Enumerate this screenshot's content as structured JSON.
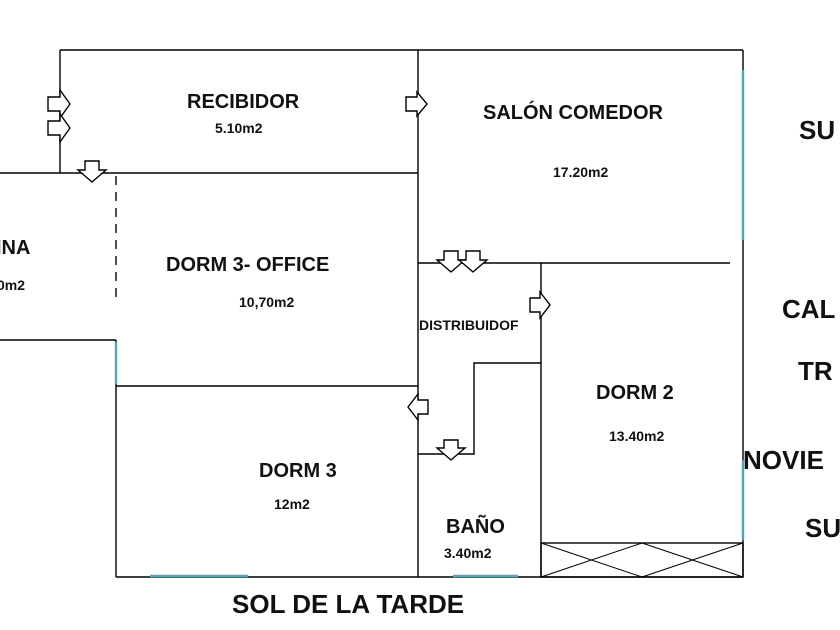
{
  "rooms": {
    "recibidor": {
      "name": "RECIBIDOR",
      "area": "5.10m2"
    },
    "salon": {
      "name": "SALÓN COMEDOR",
      "area": "17.20m2"
    },
    "cocina": {
      "name": "INA",
      "area": "0m2"
    },
    "office": {
      "name": "DORM 3- OFFICE",
      "area": "10,70m2"
    },
    "distribuidor": {
      "name": "DISTRIBUIDOF"
    },
    "dorm2": {
      "name": "DORM 2",
      "area": "13.40m2"
    },
    "dorm3": {
      "name": "DORM 3",
      "area": "12m2"
    },
    "bano": {
      "name": "BAÑO",
      "area": "3.40m2"
    }
  },
  "edge_labels": {
    "bottom": "SOL DE LA TARDE",
    "right": [
      "SU",
      "CAL",
      "TR",
      "NOVIE",
      "SU"
    ]
  },
  "colors": {
    "wall": "#000000",
    "window": "#4fa7b4",
    "background": "#ffffff"
  },
  "door_icons": [
    "door-arrow-right",
    "door-arrow-down",
    "door-arrow-left"
  ]
}
